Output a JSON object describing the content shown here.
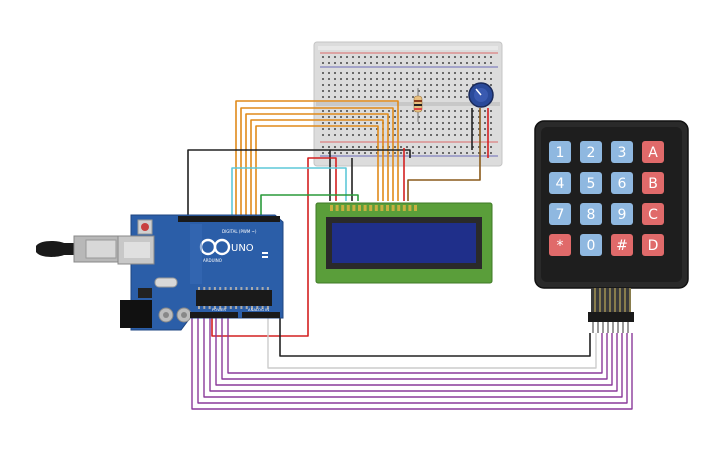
{
  "arduino": {
    "model_label": "UNO",
    "brand_label": "ARDUINO",
    "digital_label": "DIGITAL (PWM ~)",
    "power_label": "POWER",
    "analog_label": "ANALOG IN"
  },
  "keypad": {
    "rows": [
      [
        {
          "label": "1",
          "type": "num"
        },
        {
          "label": "2",
          "type": "num"
        },
        {
          "label": "3",
          "type": "num"
        },
        {
          "label": "A",
          "type": "letter"
        }
      ],
      [
        {
          "label": "4",
          "type": "num"
        },
        {
          "label": "5",
          "type": "num"
        },
        {
          "label": "6",
          "type": "num"
        },
        {
          "label": "B",
          "type": "letter"
        }
      ],
      [
        {
          "label": "7",
          "type": "num"
        },
        {
          "label": "8",
          "type": "num"
        },
        {
          "label": "9",
          "type": "num"
        },
        {
          "label": "C",
          "type": "letter"
        }
      ],
      [
        {
          "label": "*",
          "type": "letter"
        },
        {
          "label": "0",
          "type": "num"
        },
        {
          "label": "#",
          "type": "letter"
        },
        {
          "label": "D",
          "type": "letter"
        }
      ]
    ]
  },
  "colors": {
    "arduino_board": "#2b5ea8",
    "lcd_pcb": "#5a9e3a",
    "lcd_screen": "#1f2f8a",
    "breadboard": "#d8d8d8",
    "keypad_body": "#2a2a2a",
    "key_blue": "#8fb8e0",
    "key_red": "#e06a6a",
    "wire_orange": "#e08a1a",
    "wire_black": "#222222",
    "wire_red": "#d42020",
    "wire_green": "#2a9a3a",
    "wire_cyan": "#5fc8d8",
    "wire_purple": "#8a3a9a",
    "wire_brown": "#8a5a1a"
  },
  "icons": [
    "usb-plug-icon",
    "reset-button-icon",
    "potentiometer-icon",
    "resistor-icon"
  ]
}
